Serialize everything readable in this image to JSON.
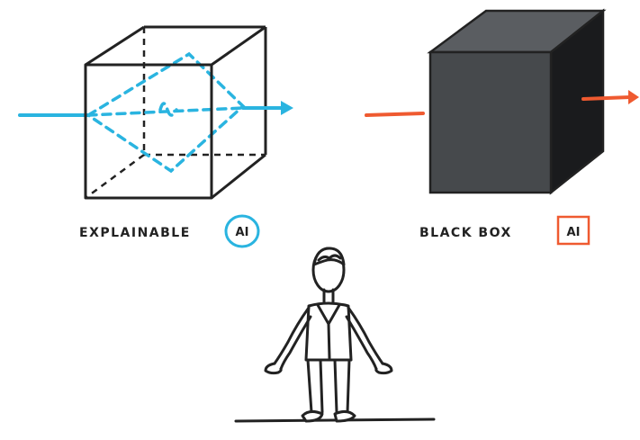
{
  "left": {
    "label": "EXPLAINABLE",
    "tag": "AI",
    "accent_color": "#2ab4e0"
  },
  "right": {
    "label": "BLACK BOX",
    "tag": "AI",
    "accent_color": "#ef5a30",
    "box_color": "#46494c"
  }
}
